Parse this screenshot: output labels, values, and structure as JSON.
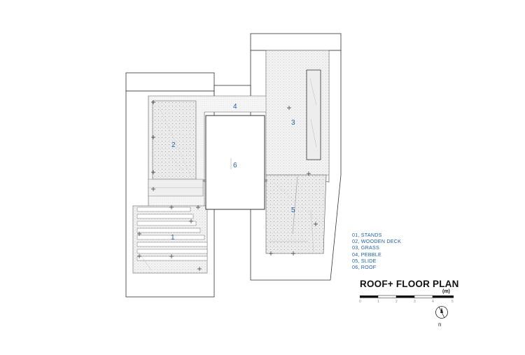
{
  "title": "ROOF+ FLOOR PLAN",
  "scale_unit": "(m)",
  "scale_ticks": [
    "0",
    "1",
    "2",
    "3",
    "4",
    "5"
  ],
  "north_label": "n",
  "zones": [
    "1",
    "2",
    "3",
    "4",
    "5",
    "6"
  ],
  "legend": [
    "01, STANDS",
    "02, WOODEN DECK",
    "03, GRASS",
    "04, PEBBLE",
    "05, SLIDE",
    "06, ROOF"
  ],
  "colors": {
    "line": "#333333",
    "label": "#1f5fa8",
    "fill_light": "#f2f2f2",
    "fill_mid": "#e6e6e6"
  }
}
